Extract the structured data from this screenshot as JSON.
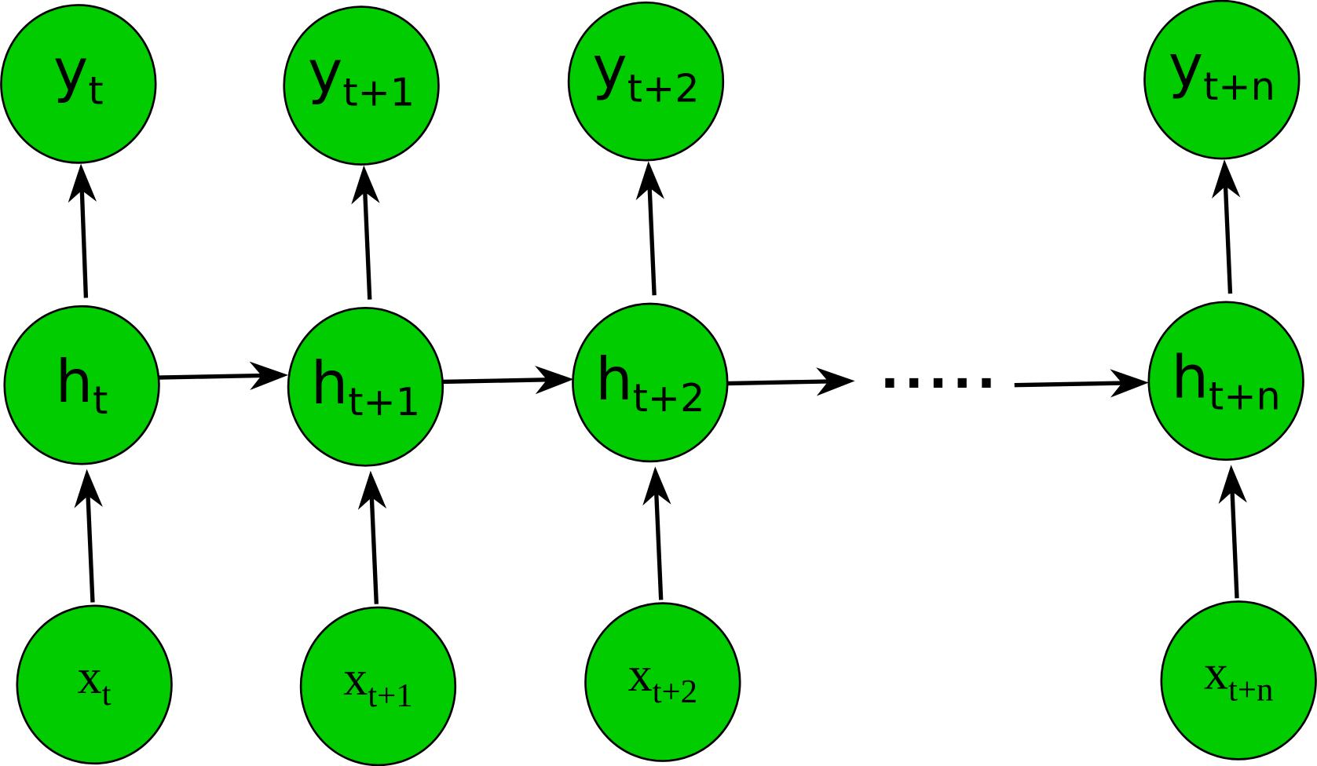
{
  "colors": {
    "node_fill": "#00cc00",
    "node_stroke": "#000000",
    "arrow": "#000000"
  },
  "ellipsis": ".....",
  "columns": [
    {
      "y": {
        "base": "y",
        "sub": "t"
      },
      "h": {
        "base": "h",
        "sub": "t"
      },
      "x": {
        "base": "x",
        "sub": "t"
      }
    },
    {
      "y": {
        "base": "y",
        "sub": "t+1"
      },
      "h": {
        "base": "h",
        "sub": "t+1"
      },
      "x": {
        "base": "x",
        "sub": "t+1"
      }
    },
    {
      "y": {
        "base": "y",
        "sub": "t+2"
      },
      "h": {
        "base": "h",
        "sub": "t+2"
      },
      "x": {
        "base": "x",
        "sub": "t+2"
      }
    },
    {
      "y": {
        "base": "y",
        "sub": "t+n"
      },
      "h": {
        "base": "h",
        "sub": "t+n"
      },
      "x": {
        "base": "x",
        "sub": "t+n"
      }
    }
  ]
}
